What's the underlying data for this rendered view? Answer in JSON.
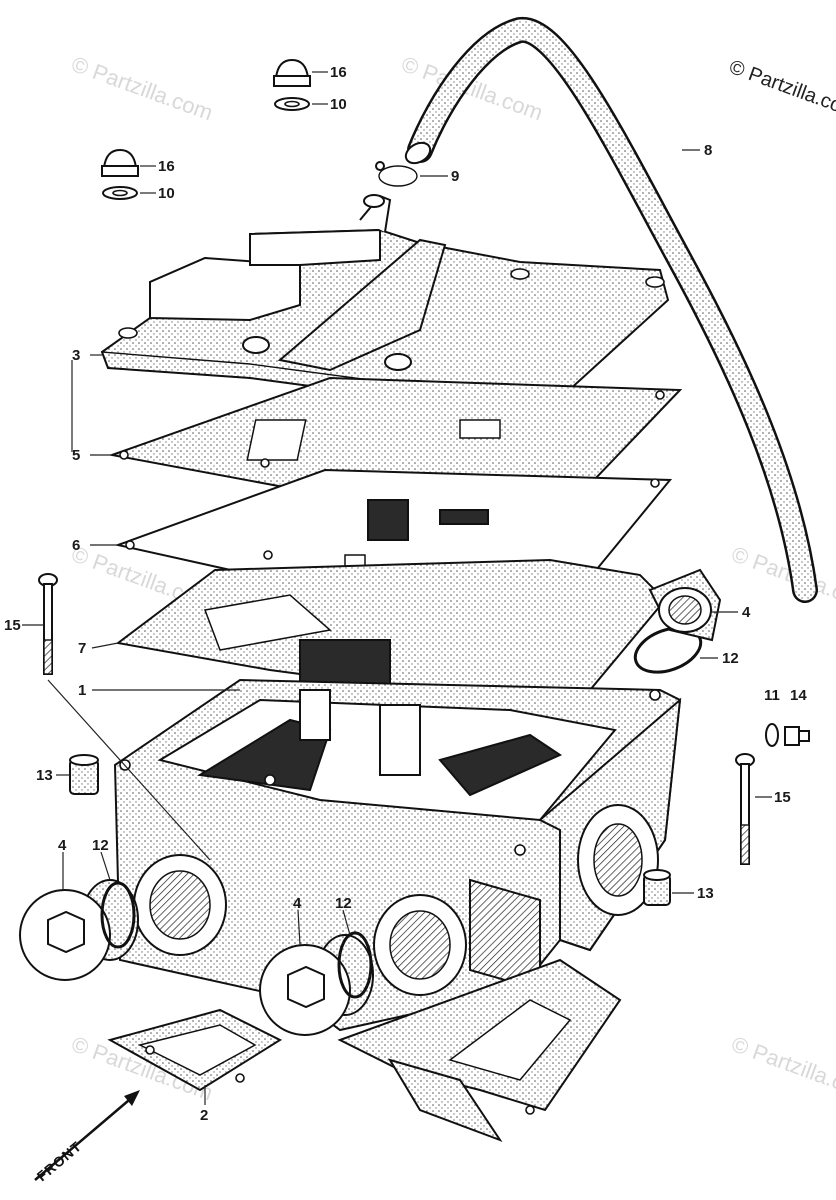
{
  "watermark": {
    "text": "© Partzilla.com",
    "copyright": "© Partzilla.com"
  },
  "front_label": "FRONT",
  "callouts": [
    {
      "id": "c16a",
      "label": "16"
    },
    {
      "id": "c10a",
      "label": "10"
    },
    {
      "id": "c16b",
      "label": "16"
    },
    {
      "id": "c10b",
      "label": "10"
    },
    {
      "id": "c9",
      "label": "9"
    },
    {
      "id": "c8",
      "label": "8"
    },
    {
      "id": "c3",
      "label": "3"
    },
    {
      "id": "c5",
      "label": "5"
    },
    {
      "id": "c6",
      "label": "6"
    },
    {
      "id": "c15a",
      "label": "15"
    },
    {
      "id": "c7",
      "label": "7"
    },
    {
      "id": "c1",
      "label": "1"
    },
    {
      "id": "c4a",
      "label": "4"
    },
    {
      "id": "c12a",
      "label": "12"
    },
    {
      "id": "c11",
      "label": "11"
    },
    {
      "id": "c14",
      "label": "14"
    },
    {
      "id": "c13a",
      "label": "13"
    },
    {
      "id": "c15b",
      "label": "15"
    },
    {
      "id": "c4b",
      "label": "4"
    },
    {
      "id": "c12b",
      "label": "12"
    },
    {
      "id": "c4c",
      "label": "4"
    },
    {
      "id": "c12c",
      "label": "12"
    },
    {
      "id": "c13b",
      "label": "13"
    },
    {
      "id": "c2",
      "label": "2"
    }
  ]
}
